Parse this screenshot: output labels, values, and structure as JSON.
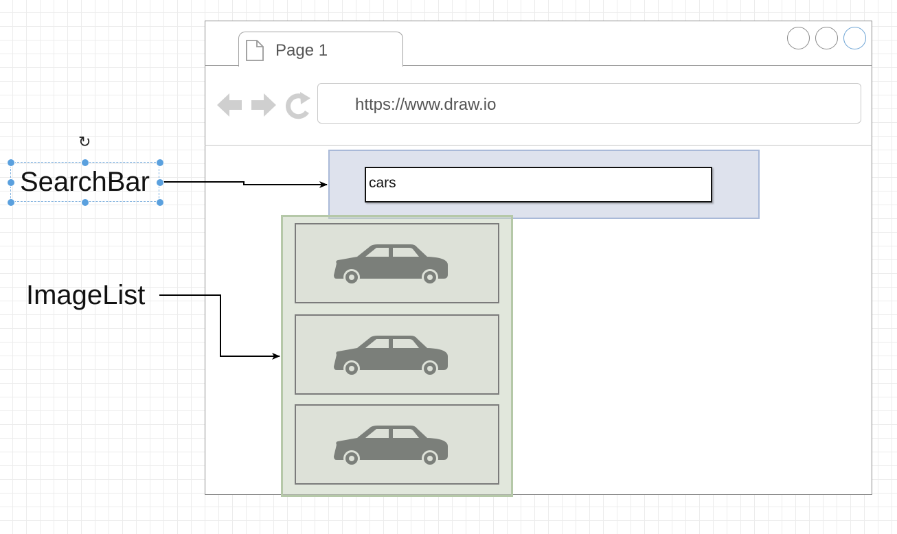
{
  "browser": {
    "tab_title": "Page 1",
    "url": "https://www.draw.io"
  },
  "search_bar": {
    "value": "cars"
  },
  "image_list": {
    "items": [
      "car-icon",
      "car-icon",
      "car-icon"
    ]
  },
  "annotations": {
    "search_bar_label": "SearchBar",
    "image_list_label": "ImageList"
  },
  "colors": {
    "search_region_fill": "#dee2ed",
    "search_region_border": "#a9b9d8",
    "image_list_fill": "#c8d4c0",
    "image_list_border": "#b5c8a8",
    "car_icon": "#7b7f7a",
    "selection_handle": "#5aa0de"
  }
}
